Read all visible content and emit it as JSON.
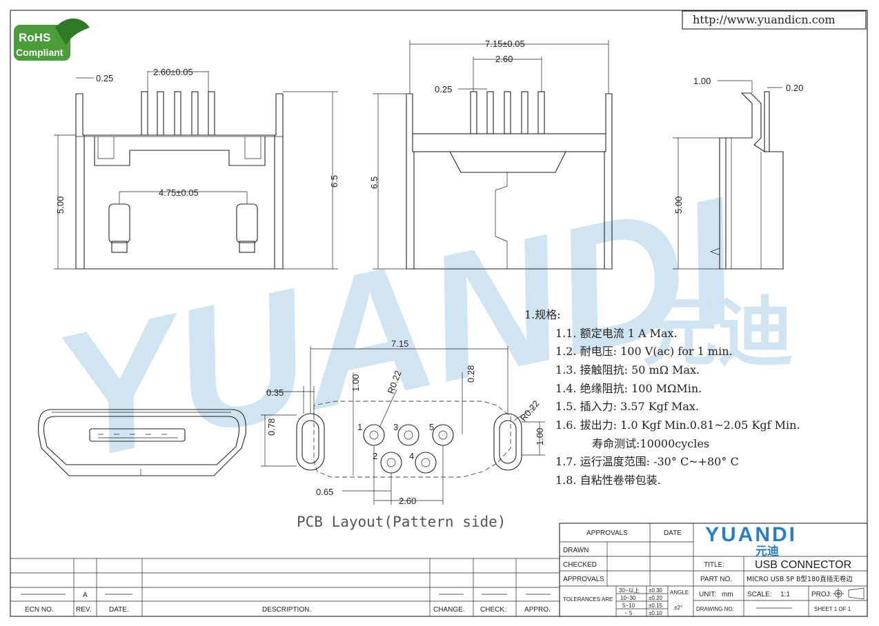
{
  "url": "http://www.yuandicn.com",
  "rohs": {
    "line1": "RoHS",
    "line2": "Compliant"
  },
  "watermark": {
    "text": "YUANDI",
    "cn": "元迪"
  },
  "front_dims": {
    "d1": "0.25",
    "d2": "2.60±0.05",
    "d3": "4.75±0.05",
    "height": "5.00",
    "total": "6.5"
  },
  "side_dims": {
    "width": "7.15±0.05",
    "pitch": "2.60",
    "pin": "0.25",
    "height": "6.5"
  },
  "right_dims": {
    "d1": "1.00",
    "d2": "0.20",
    "height": "5.00"
  },
  "pcb_dims": {
    "width": "7.15",
    "d035": "0.35",
    "d078": "0.78",
    "d100a": "1.00",
    "r022a": "R0.22",
    "d028": "0.28",
    "r022b": "R0.22",
    "d100b": "1.00",
    "d065": "0.65",
    "d260": "2.60"
  },
  "pins": [
    "1",
    "2",
    "3",
    "4",
    "5"
  ],
  "pcb_title": "PCB Layout(Pattern side)",
  "specs": [
    "1.规格:",
    "1.1.  额定电流 1 A Max.",
    "1.2.  耐电压: 100 V(ac) for 1 min.",
    "1.3.  接触阻抗: 50 mΩ Max.",
    "1.4.  绝缘阻抗: 100 MΩMin.",
    "1.5.  插入力: 3.57 Kgf Max.",
    "1.6.  拔出力: 1.0 Kgf Min.0.81~2.05 Kgf Min.",
    "寿命测试:10000cycles",
    "1.7.  运行温度范围: -30° C~+80° C",
    "1.8.  自粘性卷带包装."
  ],
  "titleblock": {
    "approvals": "APPROVALS",
    "date": "DATE",
    "drawn": "DRAWN",
    "checked": "CHECKED",
    "approvals2": "APPROVALS",
    "brand": "YUANDI",
    "brand_cn": "元迪",
    "title_label": "TITLE:",
    "title": "USB CONNECTOR",
    "part_label": "PART  NO.",
    "part": "MICRO USB 5P B型180直插无卷边",
    "tolerances": "TOLERANCES  ARE",
    "tol_ranges": [
      "30~以上",
      "10~30",
      "5~10",
      "~ 5"
    ],
    "tol_values": [
      "±0.30",
      "±0.20",
      "±0.15",
      "±0.10"
    ],
    "angle": "ANGLE",
    "angle_val": "±2°",
    "unit_label": "UNIT:",
    "unit": "mm",
    "scale_label": "SCALE:",
    "scale": "1:1",
    "proj": "PROJ:",
    "drawing_no": "DRAWING  NO.",
    "sheet": "SHEET  1  OF  1"
  },
  "revision": {
    "rev": "A",
    "headers": [
      "ECN  NO.",
      "REV.",
      "DATE.",
      "DESCRIPTION.",
      "CHANGE.",
      "CHECK.",
      "APPRO."
    ]
  }
}
